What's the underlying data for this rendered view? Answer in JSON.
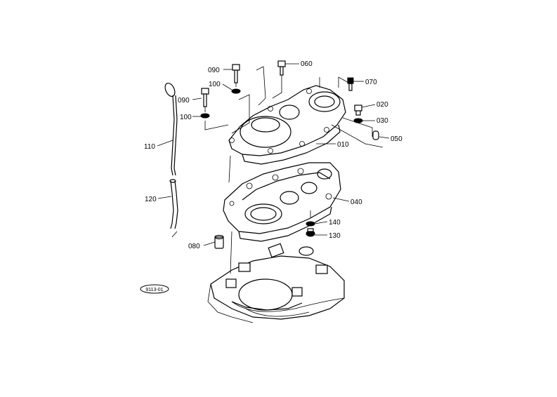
{
  "diagram": {
    "drawing_id": "9113-01",
    "callouts": [
      {
        "id": "010",
        "text": "010"
      },
      {
        "id": "020",
        "text": "020"
      },
      {
        "id": "030",
        "text": "030"
      },
      {
        "id": "040",
        "text": "040"
      },
      {
        "id": "050",
        "text": "050"
      },
      {
        "id": "060",
        "text": "060"
      },
      {
        "id": "070",
        "text": "070"
      },
      {
        "id": "080",
        "text": "080"
      },
      {
        "id": "090a",
        "text": "090"
      },
      {
        "id": "090b",
        "text": "090"
      },
      {
        "id": "100a",
        "text": "100"
      },
      {
        "id": "100b",
        "text": "100"
      },
      {
        "id": "110",
        "text": "110"
      },
      {
        "id": "120",
        "text": "120"
      },
      {
        "id": "130",
        "text": "130"
      },
      {
        "id": "140",
        "text": "140"
      }
    ]
  }
}
